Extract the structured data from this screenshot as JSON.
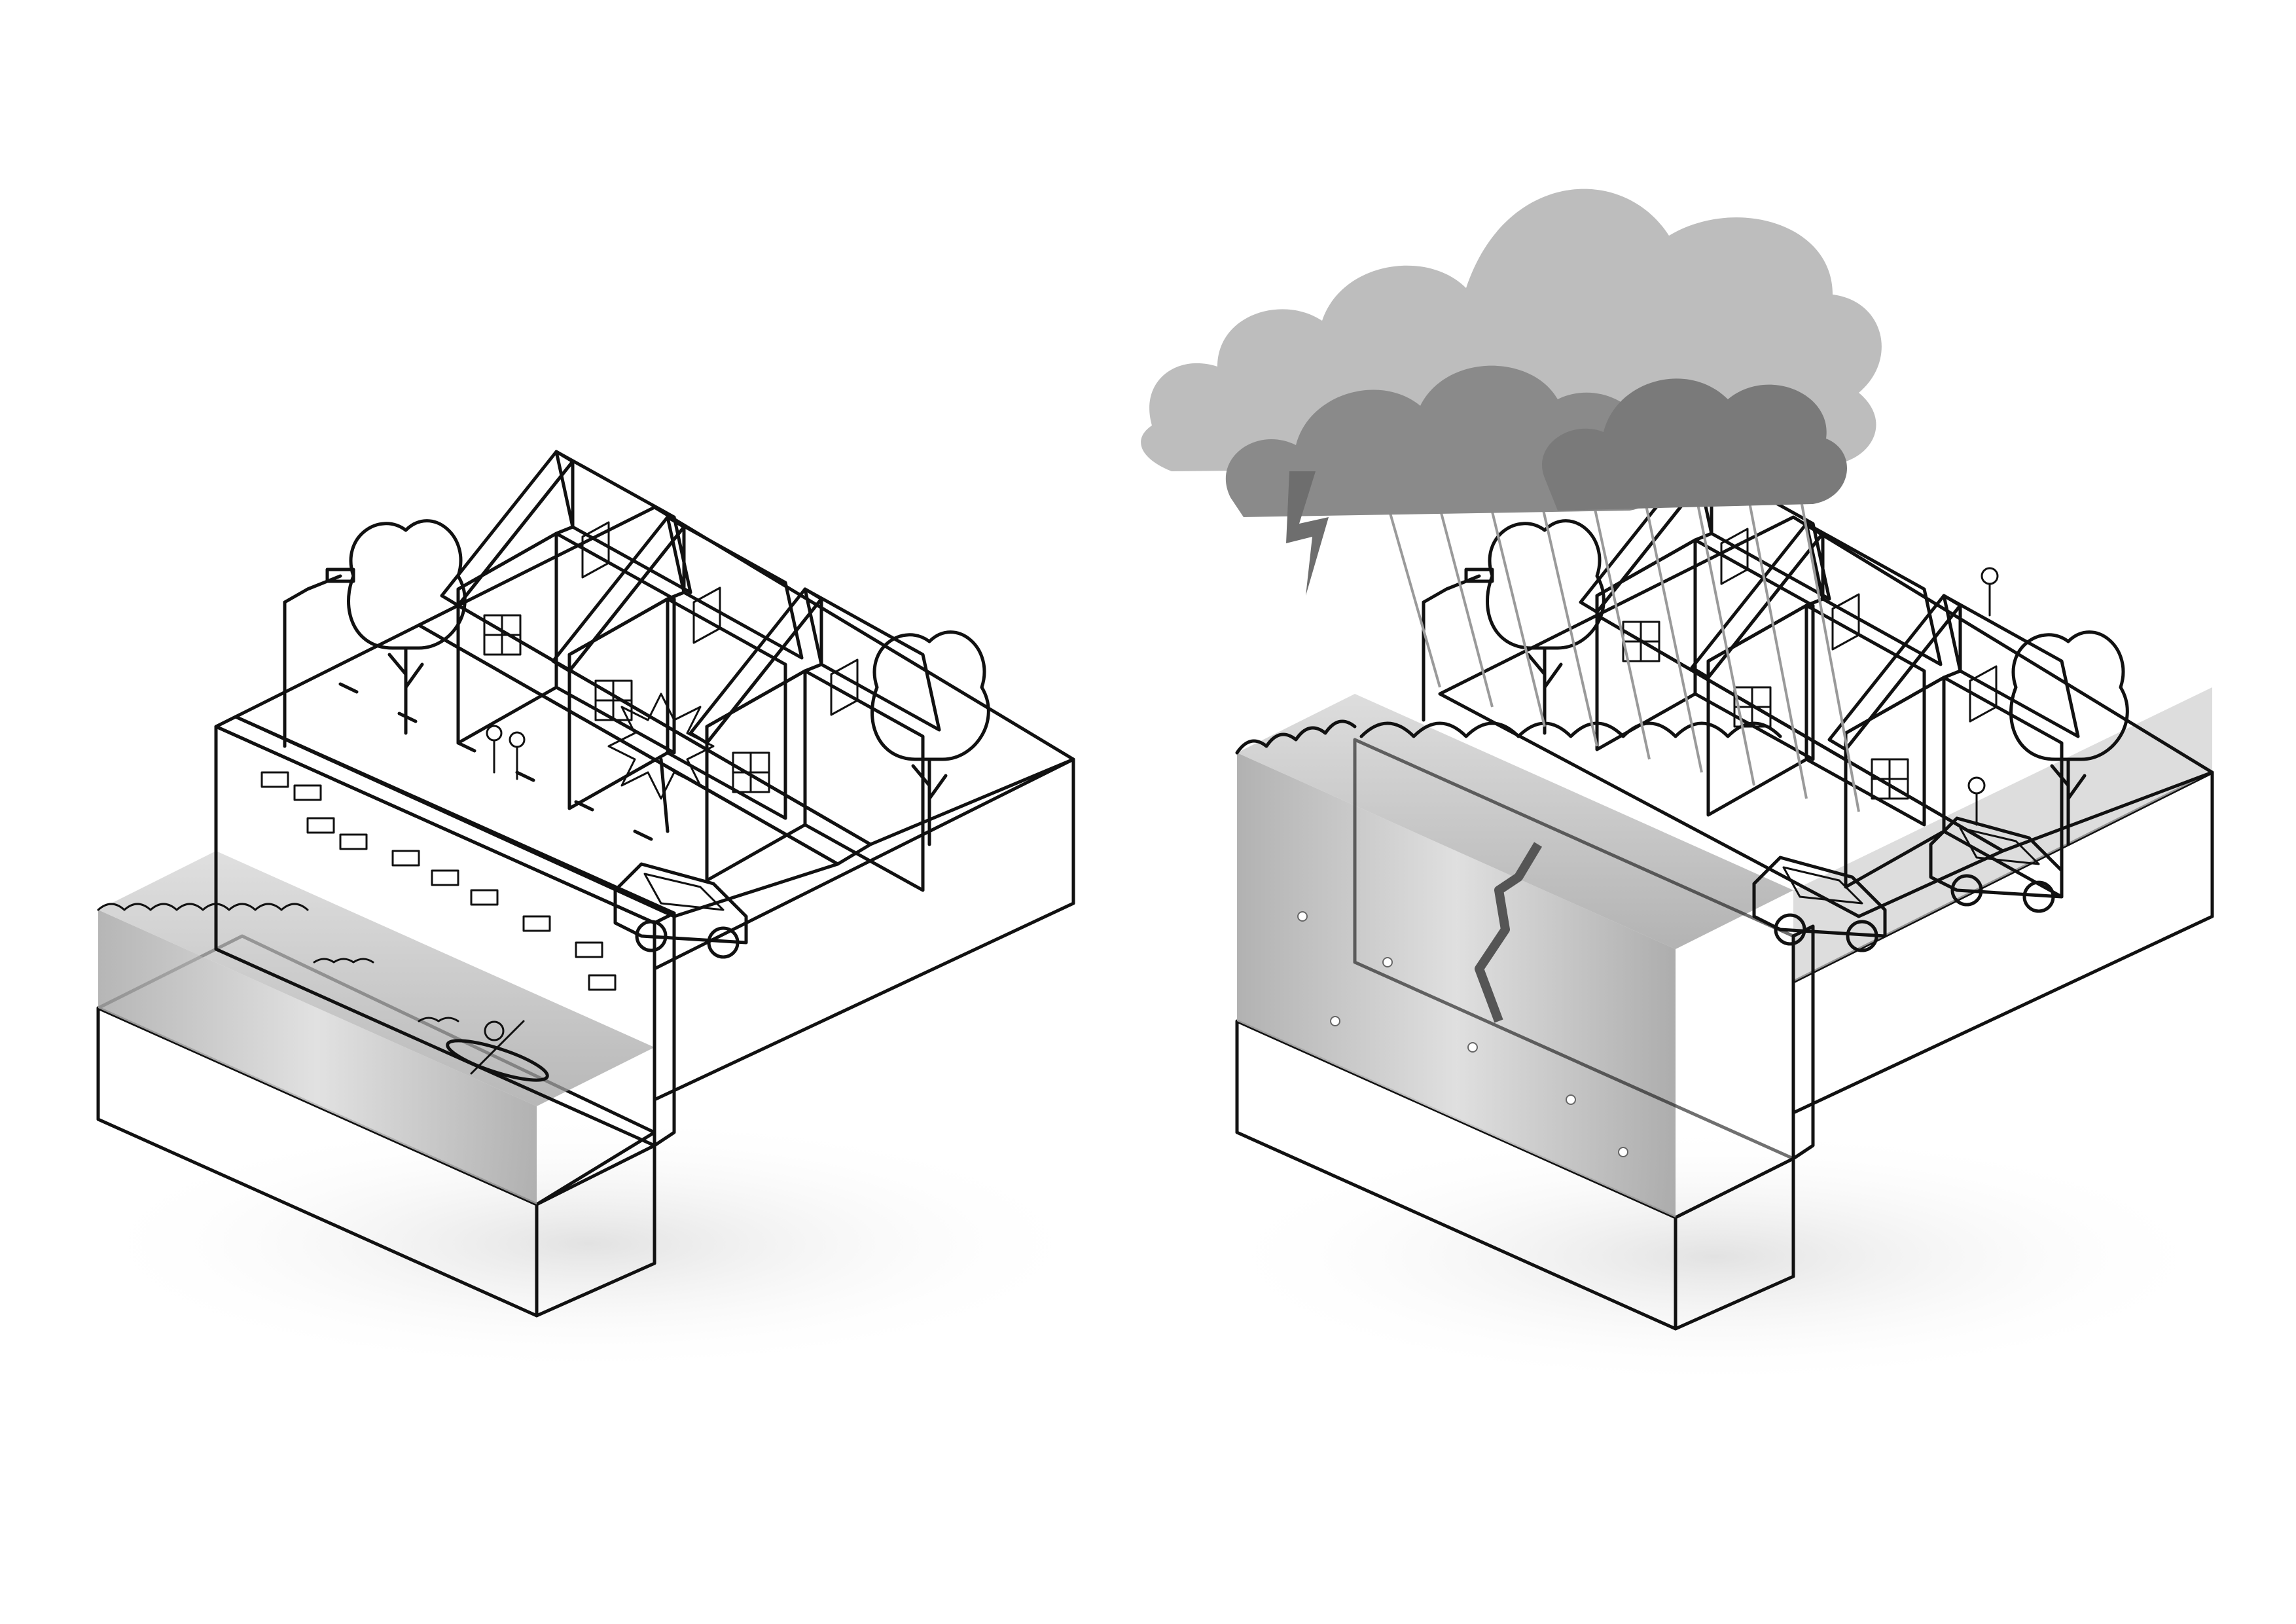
{
  "scenes": [
    {
      "id": "calm",
      "state": "normal-conditions"
    },
    {
      "id": "storm",
      "state": "flood-breach"
    }
  ],
  "colors": {
    "background": "#ffffff",
    "outline": "#111111",
    "block_side": "#9a9a9a",
    "block_front": "#c4c4c4",
    "water": "#bdbdbd",
    "cloud_light": "#bcbcbc",
    "cloud_dark": "#7d7d7d",
    "shadow": "#ececec"
  },
  "icons": [
    "house-icon",
    "tree-icon",
    "street-lamp-icon",
    "car-icon",
    "kayak-icon",
    "person-icon",
    "lightning-icon",
    "cloud-icon",
    "rain-icon",
    "crack-icon"
  ]
}
